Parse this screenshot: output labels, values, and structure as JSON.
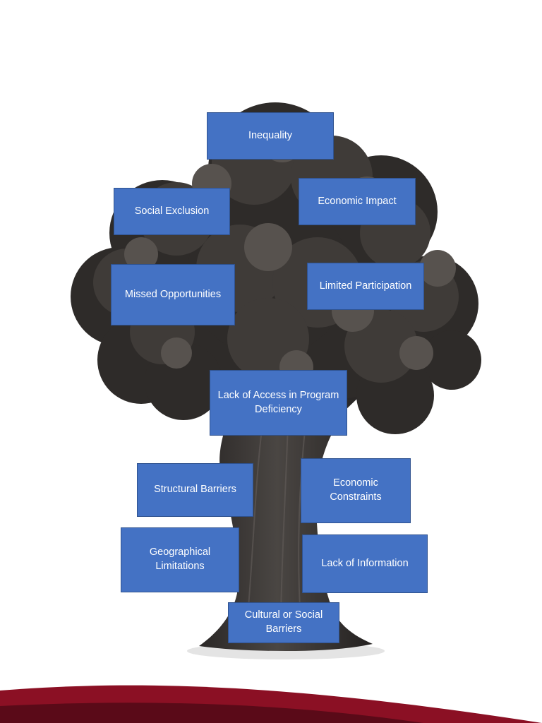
{
  "colors": {
    "box_fill": "#4472c4",
    "box_border": "#2f528f",
    "foliage_dark": "#2e2b29",
    "foliage_mid": "#3f3b38",
    "foliage_light": "#57524e",
    "trunk": "#2b2827",
    "footer_red": "#8b1024"
  },
  "tree": {
    "boxes": {
      "inequality": "Inequality",
      "social_exclusion": "Social Exclusion",
      "economic_impact": "Economic Impact",
      "missed_opportunities": "Missed Opportunities",
      "limited_participation": "Limited Participation",
      "lack_of_access": "Lack of Access in Program Deficiency",
      "structural_barriers": "Structural Barriers",
      "economic_constraints": "Economic Constraints",
      "geographical_limitations": "Geographical Limitations",
      "lack_of_information": "Lack of Information",
      "cultural_social_barriers": "Cultural or Social Barriers"
    }
  }
}
